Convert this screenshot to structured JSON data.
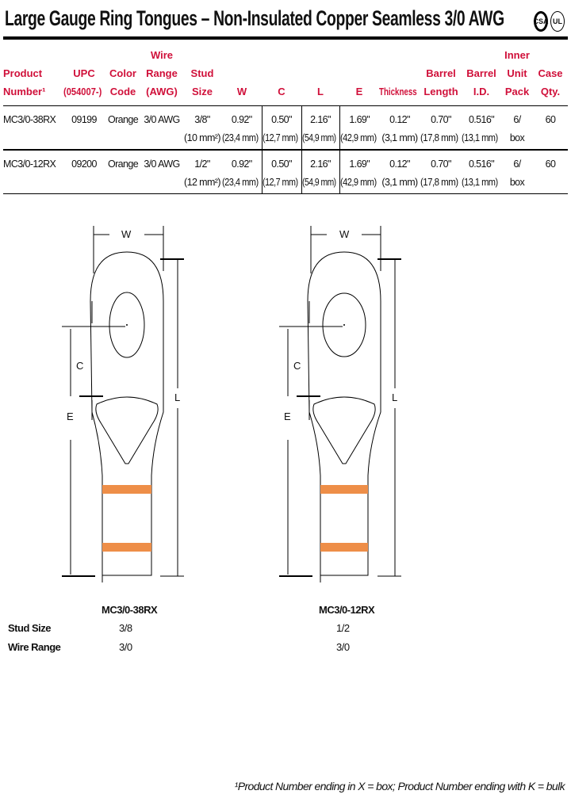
{
  "title": "Large Gauge Ring Tongues – Non-Insulated Copper Seamless 3/0 AWG",
  "certifications": [
    "CSA",
    "UL"
  ],
  "colors": {
    "header_text": "#d0103a",
    "band": "#ee8e48"
  },
  "table": {
    "headers": [
      [
        "Product",
        "Number¹"
      ],
      [
        "UPC",
        "(054007-)"
      ],
      [
        "Color",
        "Code"
      ],
      [
        "Wire",
        "Range",
        "(AWG)"
      ],
      [
        "Stud",
        "Size"
      ],
      [
        "W"
      ],
      [
        "C"
      ],
      [
        "L"
      ],
      [
        "E"
      ],
      [
        "Thickness"
      ],
      [
        "Barrel",
        "Length"
      ],
      [
        "Barrel",
        "I.D."
      ],
      [
        "Inner",
        "Unit",
        "Pack"
      ],
      [
        "Case",
        "Qty."
      ]
    ],
    "rows": [
      [
        [
          "MC3/0-38RX"
        ],
        [
          "09199"
        ],
        [
          "Orange"
        ],
        [
          "3/0 AWG"
        ],
        [
          "3/8\"",
          "(10 mm²)"
        ],
        [
          "0.92\"",
          "(23,4 mm)"
        ],
        [
          "0.50\"",
          "(12,7 mm)"
        ],
        [
          "2.16\"",
          "(54,9 mm)"
        ],
        [
          "1.69\"",
          "(42,9 mm)"
        ],
        [
          "0.12\"",
          "(3,1 mm)"
        ],
        [
          "0.70\"",
          "(17,8 mm)"
        ],
        [
          "0.516\"",
          "(13,1 mm)"
        ],
        [
          "6/",
          "box"
        ],
        [
          "60"
        ]
      ],
      [
        [
          "MC3/0-12RX"
        ],
        [
          "09200"
        ],
        [
          "Orange"
        ],
        [
          "3/0 AWG"
        ],
        [
          "1/2\"",
          "(12 mm²)"
        ],
        [
          "0.92\"",
          "(23,4 mm)"
        ],
        [
          "0.50\"",
          "(12,7 mm)"
        ],
        [
          "2.16\"",
          "(54,9 mm)"
        ],
        [
          "1.69\"",
          "(42,9 mm)"
        ],
        [
          "0.12\"",
          "(3,1 mm)"
        ],
        [
          "0.70\"",
          "(17,8 mm)"
        ],
        [
          "0.516\"",
          "(13,1 mm)"
        ],
        [
          "6/",
          "box"
        ],
        [
          "60"
        ]
      ]
    ]
  },
  "diagram": {
    "dim_labels": {
      "w": "W",
      "c": "C",
      "l": "L",
      "e": "E"
    },
    "row_labels": {
      "stud": "Stud Size",
      "wire": "Wire Range"
    },
    "parts": [
      {
        "name": "MC3/0-38RX",
        "stud": "3/8",
        "wire": "3/0"
      },
      {
        "name": "MC3/0-12RX",
        "stud": "1/2",
        "wire": "3/0"
      }
    ]
  },
  "footnote": "¹Product Number ending in X = box; Product Number ending with K = bulk"
}
